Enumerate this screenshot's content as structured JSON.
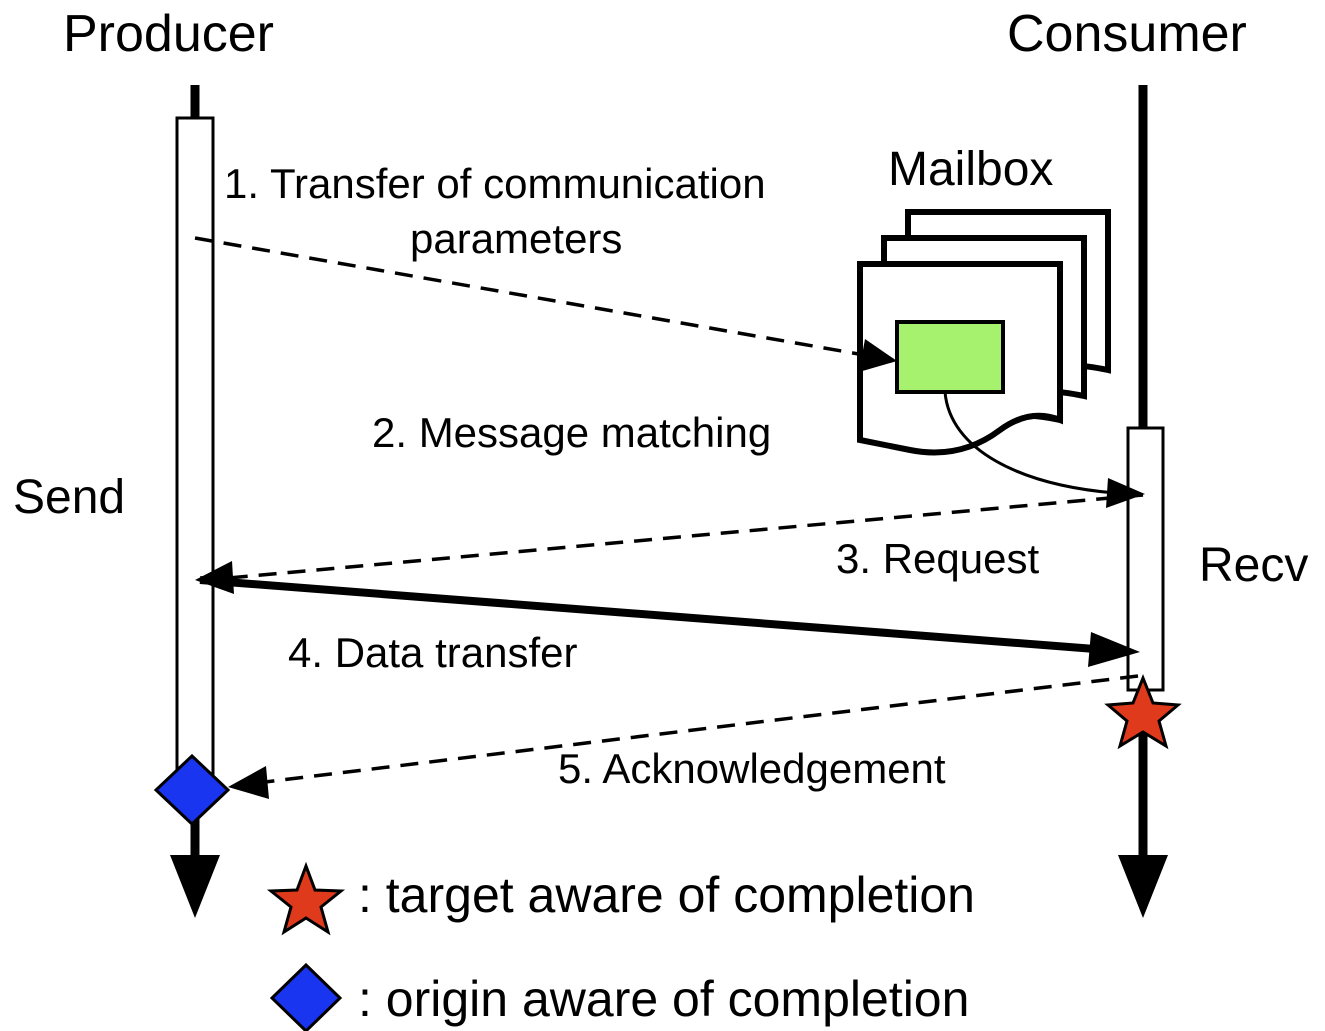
{
  "participants": {
    "producer": "Producer",
    "consumer": "Consumer"
  },
  "activations": {
    "producer": "Send",
    "consumer": "Recv"
  },
  "mailbox_label": "Mailbox",
  "messages": [
    {
      "step": 1,
      "text_line1": "1. Transfer of communication",
      "text_line2": "parameters",
      "style": "dashed"
    },
    {
      "step": 2,
      "text": "2. Message matching",
      "style": "curved"
    },
    {
      "step": 3,
      "text": "3. Request",
      "style": "dashed"
    },
    {
      "step": 4,
      "text": "4. Data transfer",
      "style": "solid"
    },
    {
      "step": 5,
      "text": "5. Acknowledgement",
      "style": "dashed"
    }
  ],
  "legend": [
    {
      "symbol": "star",
      "text": ": target aware of completion"
    },
    {
      "symbol": "diamond",
      "text": ": origin aware of completion"
    }
  ],
  "colors": {
    "star": "#e03a1c",
    "diamond": "#1a35f0",
    "mailbox_entry": "#a6f26e"
  }
}
